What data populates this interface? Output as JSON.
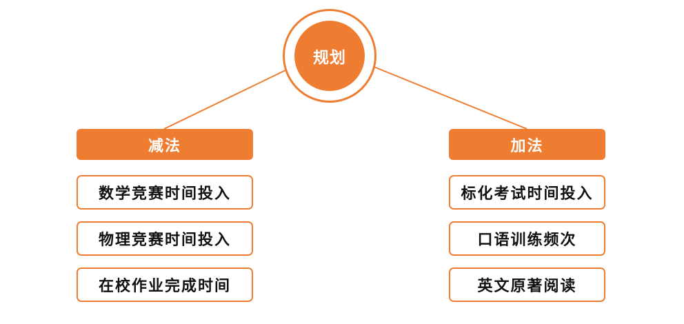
{
  "root": {
    "label": "规划"
  },
  "colors": {
    "accent": "#ee7d31",
    "text": "#111111",
    "background": "#ffffff"
  },
  "branches": [
    {
      "label": "减法",
      "items": [
        "数学竞赛时间投入",
        "物理竞赛时间投入",
        "在校作业完成时间"
      ]
    },
    {
      "label": "加法",
      "items": [
        "标化考试时间投入",
        "口语训练频次",
        "英文原著阅读"
      ]
    }
  ]
}
